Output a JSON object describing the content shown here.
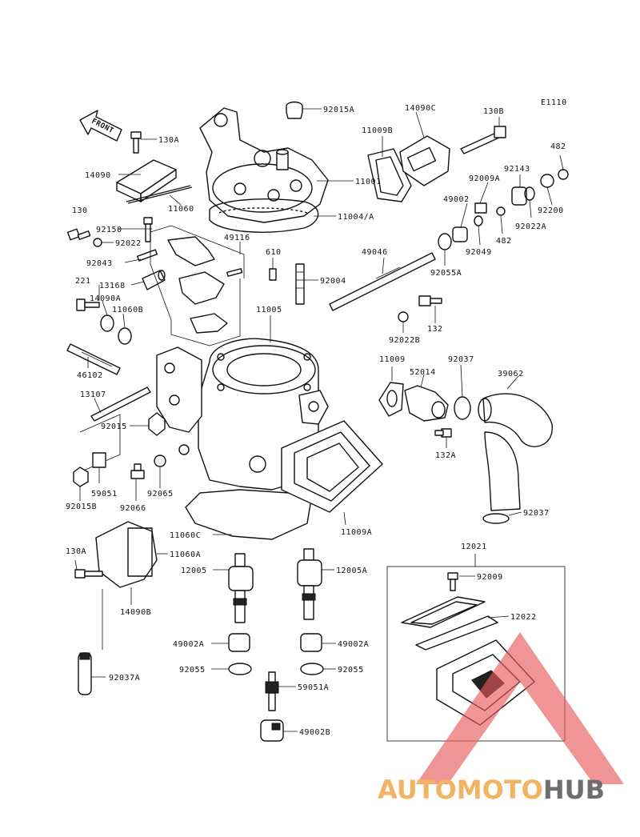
{
  "diagram_code": "E1110",
  "front_label": "FRONT",
  "watermark": {
    "part1": "AUTOMOTO",
    "part2": "HUB",
    "color1": "#f0a848",
    "color2": "#555555",
    "triangle_color": "#e85a5a"
  },
  "labels": {
    "p92015A": "92015A",
    "p14090C": "14090C",
    "p130B": "130B",
    "p482a": "482",
    "p11009B": "11009B",
    "p130A": "130A",
    "p14090": "14090",
    "p11060": "11060",
    "p11001": "11001",
    "p11004A": "11004/A",
    "p92143": "92143",
    "p92009A": "92009A",
    "p49002": "49002",
    "p92200": "92200",
    "p130": "130",
    "p92150": "92150",
    "p92022": "92022",
    "p49116": "49116",
    "p92043": "92043",
    "p482b": "482",
    "p92022A": "92022A",
    "p92049": "92049",
    "p610": "610",
    "p49046": "49046",
    "p92055A": "92055A",
    "p13168": "13168",
    "p92004": "92004",
    "p221": "221",
    "p14090A": "14090A",
    "p11060B": "11060B",
    "p11005": "11005",
    "p132": "132",
    "p92022B": "92022B",
    "p46102": "46102",
    "p11009": "11009",
    "p92037a": "92037",
    "p52014": "52014",
    "p39062": "39062",
    "p13107": "13107",
    "p92015": "92015",
    "p132A": "132A",
    "p59051": "59051",
    "p92015B": "92015B",
    "p92066": "92066",
    "p92065": "92065",
    "p92037b": "92037",
    "p11060C": "11060C",
    "p11009A": "11009A",
    "p130A2": "130A",
    "p11060A": "11060A",
    "p12021": "12021",
    "p12005": "12005",
    "p12005A": "12005A",
    "p92009": "92009",
    "p14090B": "14090B",
    "p12022": "12022",
    "p49002A_l": "49002A",
    "p49002A_r": "49002A",
    "p92055_l": "92055",
    "p92055_r": "92055",
    "p92037A": "92037A",
    "p59051A": "59051A",
    "p49002B": "49002B"
  }
}
